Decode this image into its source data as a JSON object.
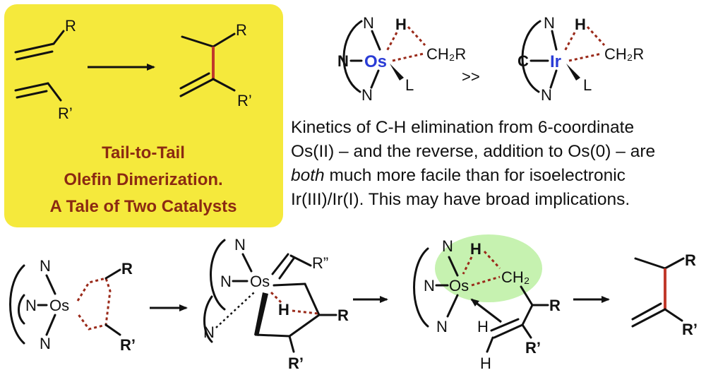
{
  "colors": {
    "title_box": "#f5e93c",
    "title_text": "#8b2a12",
    "accent_red": "#9a2a1a",
    "nitrogen_blue": "#2a3cd6",
    "carbon_ir_blue": "#2a3cd6",
    "highlight_green": "#c6f2b0"
  },
  "title_box": {
    "line1": "Tail-to-Tail",
    "line2": "Olefin Dimerization.",
    "line3": "A Tale of Two Catalysts",
    "olefin1_sub": "R",
    "olefin2_sub": "R’",
    "product_r": "R",
    "product_r2": "R’"
  },
  "comparison": {
    "os_complex": {
      "n_top": "N",
      "n_left": "N",
      "metal": "Os",
      "n_bottom": "N",
      "h": "H",
      "ch2r": "CH₂R",
      "l": "L"
    },
    "greater": ">>",
    "ir_complex": {
      "n_top": "N",
      "c_left": "C",
      "metal": "Ir",
      "n_bottom": "N",
      "h": "H",
      "ch2r": "CH₂R",
      "l": "L"
    }
  },
  "kinetics_text": {
    "line1": "Kinetics of C-H elimination from 6-coordinate",
    "line2": "Os(II) – and the reverse, addition to Os(0) – are",
    "line3_italic": "both",
    "line3_rest": " much more facile than for isoelectronic",
    "line4": "Ir(III)/Ir(I). This may have broad implications."
  },
  "mechanism": {
    "step1": {
      "n_top": "N",
      "n_mid": "N",
      "metal": "Os",
      "n_bottom": "N",
      "r": "R",
      "r2": "R’"
    },
    "step2": {
      "n_top": "N",
      "n_mid": "N",
      "metal": "Os",
      "n_bottom": "N",
      "r_dbl": "R”",
      "h": "H",
      "r": "R",
      "r2": "R’"
    },
    "step3": {
      "n_top": "N",
      "n_mid": "N",
      "metal": "Os",
      "n_bottom": "N",
      "h": "H",
      "ch2": "CH₂",
      "r": "R",
      "h_vinyl1": "H",
      "h_vinyl2": "H",
      "r2": "R’"
    },
    "product": {
      "r": "R",
      "r2": "R’"
    }
  }
}
